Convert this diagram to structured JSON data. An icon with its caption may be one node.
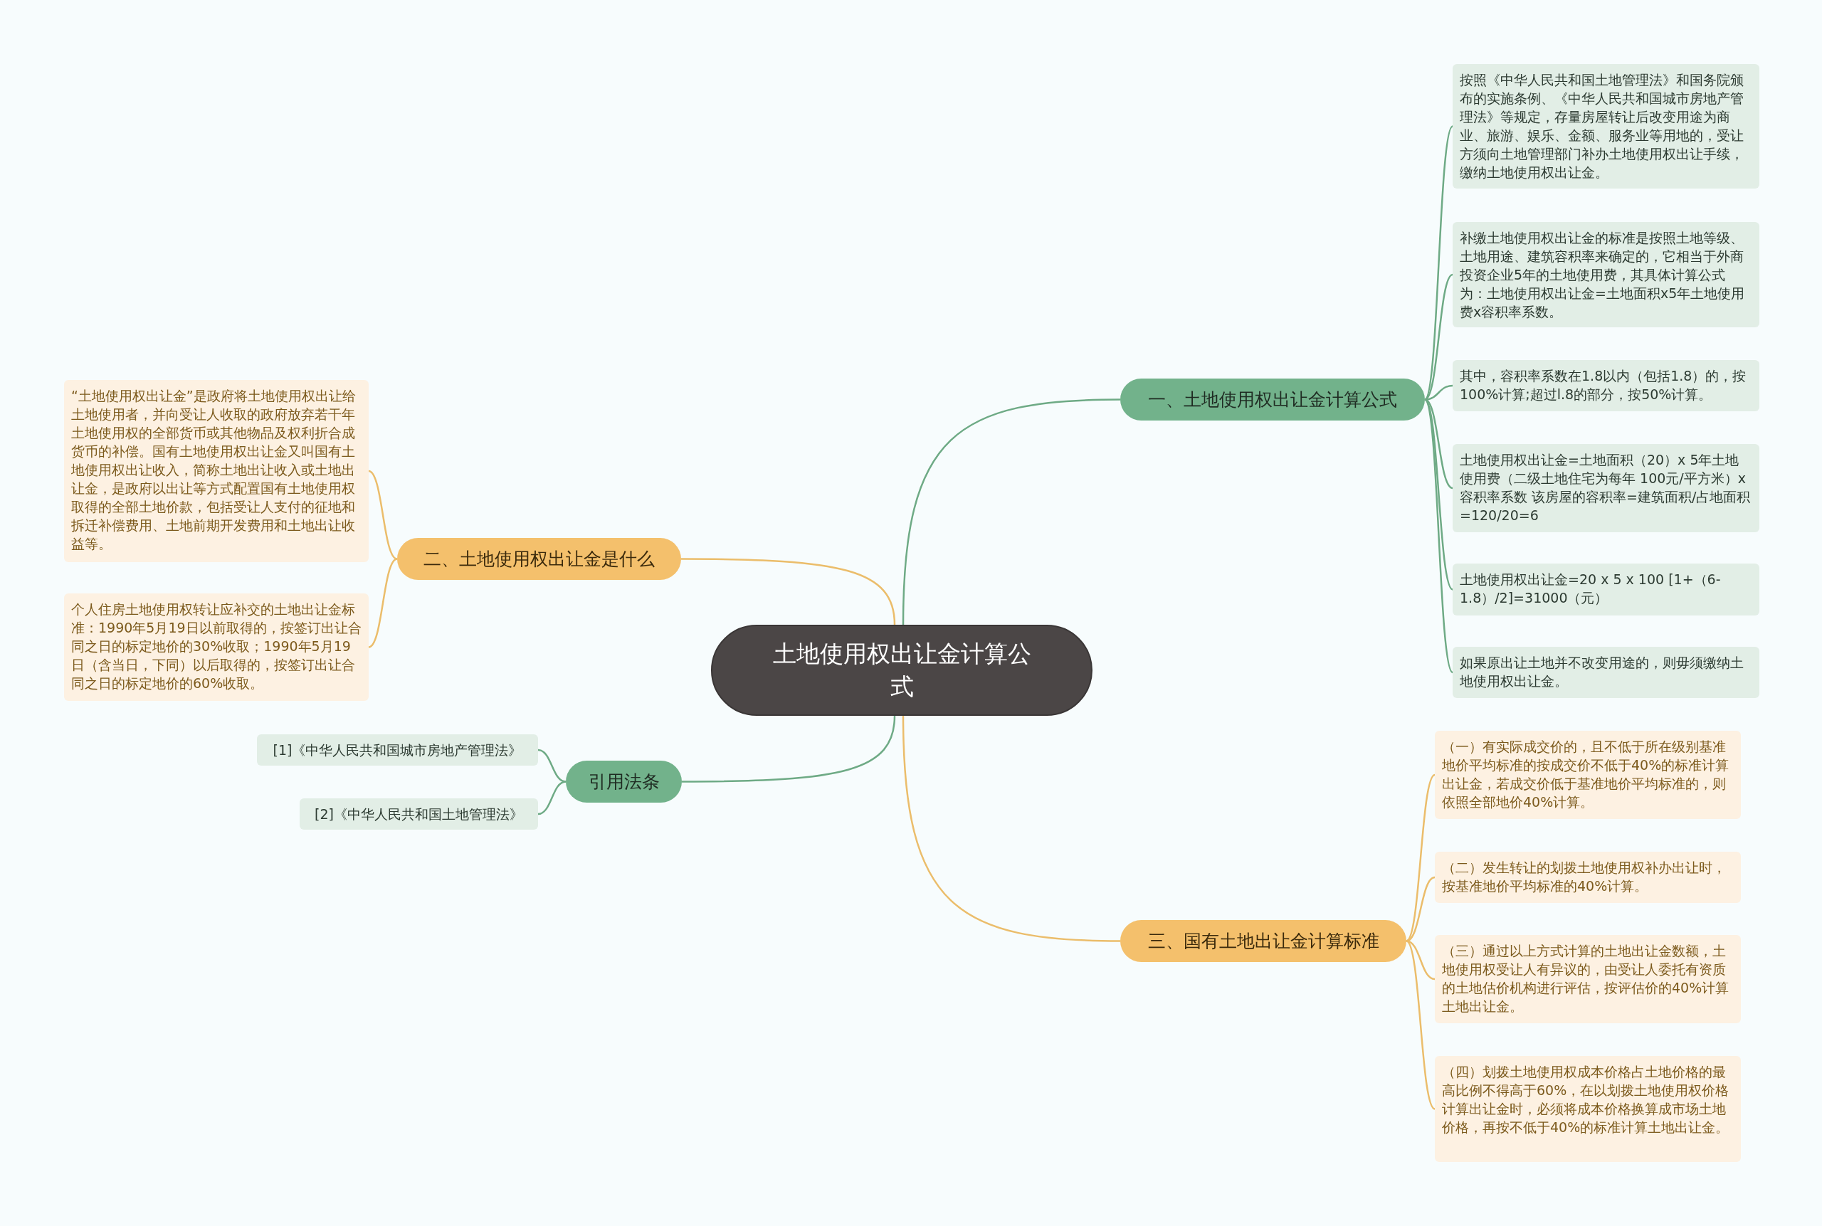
{
  "diagram": {
    "nodes": [
      {
        "text": [
          "土地使用权出让金计算公式"
        ]
      },
      {
        "text": [
          "一、土地使用权出让金计算公式"
        ]
      },
      {
        "text": [
          "按照《中华人民共和国土地管理法》和国务院颁布的实施条例、《中华人民共和国城市房地产管理法》等规定，存量房屋转让后改变用途为商业、旅游、娱乐、金额、服务业等用地的，受让方须向土地管理部门补办土地使用权出让手续，缴纳土地使用权出让金。"
        ]
      },
      {
        "text": [
          "补缴土地使用权出让金的标准是按照土地等级、土地用途、建筑容积率来确定的，它相当于外商投资企业5年的土地使用费，其具体计算公式为：土地使用权出让金=土地面积x5年土地使用费x容积率系数。"
        ]
      },
      {
        "text": [
          "其中，容积率系数在1.8以内（包括1.8）的，按100%计算;超过l.8的部分，按50%计算。"
        ]
      },
      {
        "text": [
          "土地使用权出让金=土地面积（20）x 5年土地使用费（二级土地住宅为每年 100元/平方米）x 容积率系数 该房屋的容积率=建筑面积/占地面积=120/20=6"
        ]
      },
      {
        "text": [
          "土地使用权出让金=20 x 5 x 100 [1+（6-1.8）/2]=31000（元）"
        ]
      },
      {
        "text": [
          "如果原出让土地并不改变用途的，则毋须缴纳土地使用权出让金。"
        ]
      },
      {
        "text": [
          "二、土地使用权出让金是什么"
        ]
      },
      {
        "text": [
          "“土地使用权出让金”是政府将土地使用权出让给土地使用者，并向受让人收取的政府放弃若干年土地使用权的全部货币或其他物品及权利折合成货币的补偿。国有土地使用权出让金又叫国有土地使用权出让收入，简称土地出让收入或土地出让金，是政府以出让等方式配置国有土地使用权取得的全部土地价款，包括受让人支付的征地和拆迁补偿费用、土地前期开发费用和土地出让收益等。"
        ]
      },
      {
        "text": [
          "个人住房土地使用权转让应补交的土地出让金标准：1990年5月19日以前取得的，按签订出让合同之日的标定地价的30%收取；1990年5月19日（含当日，下同）以后取得的，按签订出让合同之日的标定地价的60%收取。"
        ]
      },
      {
        "text": [
          "引用法条"
        ]
      },
      {
        "text": [
          "[1]《中华人民共和国城市房地产管理法》"
        ]
      },
      {
        "text": [
          "[2]《中华人民共和国土地管理法》"
        ]
      },
      {
        "text": [
          "三、国有土地出让金计算标准"
        ]
      },
      {
        "text": [
          "（一）有实际成交价的，且不低于所在级别基准地价平均标准的按成交价不低于40%的标准计算出让金，若成交价低于基准地价平均标准的，则依照全部地价40%计算。"
        ]
      },
      {
        "text": [
          "（二）发生转让的划拨土地使用权补办出让时，按基准地价平均标准的40%计算。"
        ]
      },
      {
        "text": [
          "（三）通过以上方式计算的土地出让金数额，土地使用权受让人有异议的，由受让人委托有资质的土地估价机构进行评估，按评估价的40%计算土地出让金。"
        ]
      },
      {
        "text": [
          "（四）划拨土地使用权成本价格占土地价格的最高比例不得高于60%，在以划拨土地使用权价格计算出让金时，必须将成本价格换算成市场土地价格，再按不低于40%的标准计算土地出让金。"
        ]
      }
    ],
    "edges": [
      {
        "from": 0,
        "to": 1,
        "arrow": "none"
      },
      {
        "from": 1,
        "to": 2,
        "arrow": "none"
      },
      {
        "from": 1,
        "to": 3,
        "arrow": "none"
      },
      {
        "from": 1,
        "to": 4,
        "arrow": "none"
      },
      {
        "from": 1,
        "to": 5,
        "arrow": "none"
      },
      {
        "from": 1,
        "to": 6,
        "arrow": "none"
      },
      {
        "from": 1,
        "to": 7,
        "arrow": "none"
      },
      {
        "from": 0,
        "to": 8,
        "arrow": "none",
        "color": "#ebbd6b"
      },
      {
        "from": 8,
        "to": 9,
        "arrow": "none",
        "color": "#ebbd6b"
      },
      {
        "from": 8,
        "to": 10,
        "arrow": "none",
        "color": "#ebbd6b"
      },
      {
        "from": 0,
        "to": 11,
        "arrow": "none"
      },
      {
        "from": 11,
        "to": 12,
        "arrow": "none"
      },
      {
        "from": 11,
        "to": 13,
        "arrow": "none"
      },
      {
        "from": 0,
        "to": 14,
        "arrow": "none",
        "color": "#ebbd6b"
      },
      {
        "from": 14,
        "to": 15,
        "arrow": "none",
        "color": "#ebbd6b"
      },
      {
        "from": 14,
        "to": 16,
        "arrow": "none",
        "color": "#ebbd6b"
      },
      {
        "from": 14,
        "to": 17,
        "arrow": "none",
        "color": "#ebbd6b"
      },
      {
        "from": 14,
        "to": 18,
        "arrow": "none",
        "color": "#ebbd6b"
      }
    ]
  }
}
